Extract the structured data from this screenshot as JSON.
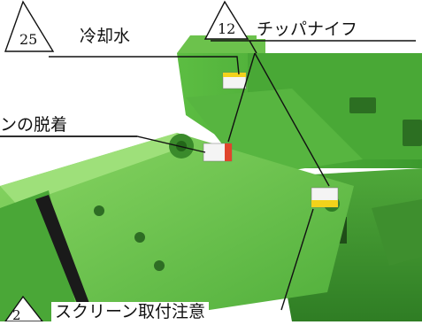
{
  "labels": {
    "cooling_water": {
      "number": "25",
      "text": "冷却水"
    },
    "chipper_knife": {
      "number": "12",
      "text": "チッパナイフ"
    },
    "screen_attach": {
      "text": "ンの脱着"
    },
    "screen_install": {
      "number": "2",
      "text": "スクリーン取付注意"
    }
  },
  "colors": {
    "machine_green": "#4fae3a",
    "machine_light": "#79cc55",
    "machine_dark": "#2f7d24",
    "leader_line": "#111111",
    "warning_yellow": "#f2d21b"
  }
}
